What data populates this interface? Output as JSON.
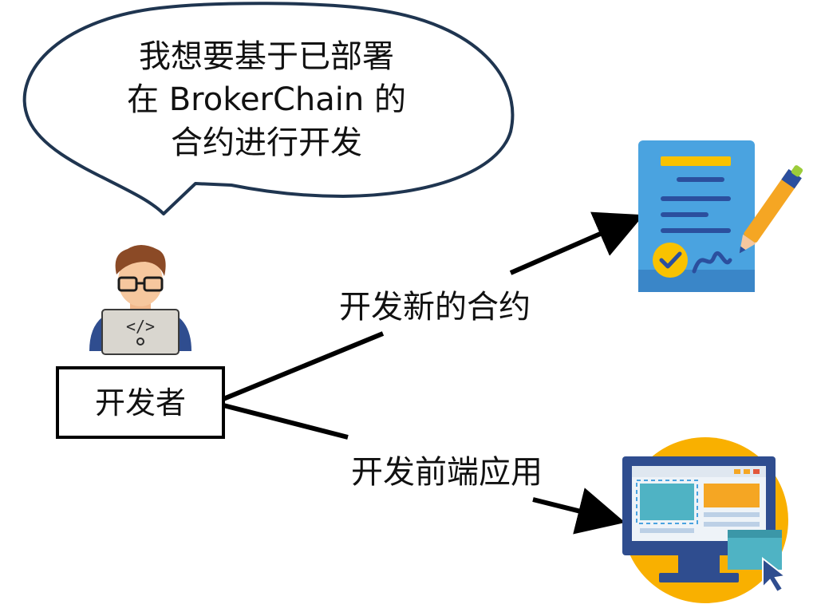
{
  "speech_bubble": {
    "lines": [
      "我想要基于已部署",
      "在 BrokerChain 的",
      "合约进行开发"
    ]
  },
  "developer": {
    "label": "开发者",
    "icon": "developer-laptop-icon"
  },
  "arrows": [
    {
      "label": "开发新的合约",
      "target_icon": "contract-document-icon"
    },
    {
      "label": "开发前端应用",
      "target_icon": "frontend-monitor-icon"
    }
  ],
  "colors": {
    "bubble_stroke": "#1f3550",
    "contract_blue": "#4aa3e0",
    "contract_yellow": "#f9c200",
    "monitor_navy": "#2f4d8f",
    "accent_orange": "#f5a623",
    "teal": "#4fb3c4"
  }
}
